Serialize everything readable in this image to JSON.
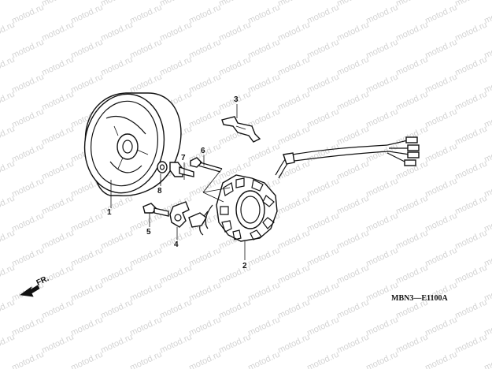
{
  "watermark_text": "motod.ru",
  "diagram": {
    "code": "MBN3—E1100A",
    "direction_label": "FR.",
    "callouts": [
      {
        "id": "flywheel",
        "label": "1"
      },
      {
        "id": "stator",
        "label": "2"
      },
      {
        "id": "bracket",
        "label": "3"
      },
      {
        "id": "pulse-generator",
        "label": "4"
      },
      {
        "id": "bolt-5",
        "label": "5"
      },
      {
        "id": "bolt-6",
        "label": "6"
      },
      {
        "id": "bolt-7",
        "label": "7"
      },
      {
        "id": "washer",
        "label": "8"
      }
    ]
  }
}
